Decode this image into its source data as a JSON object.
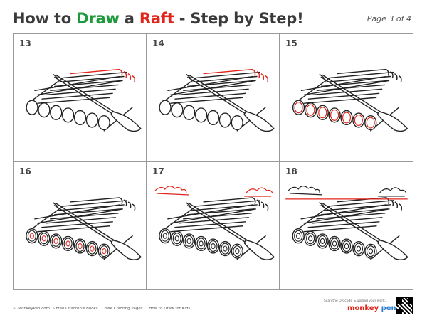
{
  "header": {
    "title_part1": "How to ",
    "title_draw": "Draw",
    "title_part2": " a ",
    "title_raft": "Raft",
    "title_part3": " - Step by Step!",
    "page_label": "Page 3 of 4"
  },
  "steps": [
    {
      "number": "13"
    },
    {
      "number": "14"
    },
    {
      "number": "15"
    },
    {
      "number": "16"
    },
    {
      "number": "17"
    },
    {
      "number": "18"
    }
  ],
  "footer": {
    "copyright": "© MonkeyPen.com",
    "link1": "› Free Children's Books",
    "link2": "› Free Coloring Pages",
    "link3": "› How to Draw for Kids",
    "upload_note": "Scan the QR code & upload your work.",
    "brand_a": "monkey",
    "brand_b": " pen"
  },
  "colors": {
    "accent_green": "#1e9a3c",
    "accent_red": "#e1251b",
    "line": "#222222"
  }
}
